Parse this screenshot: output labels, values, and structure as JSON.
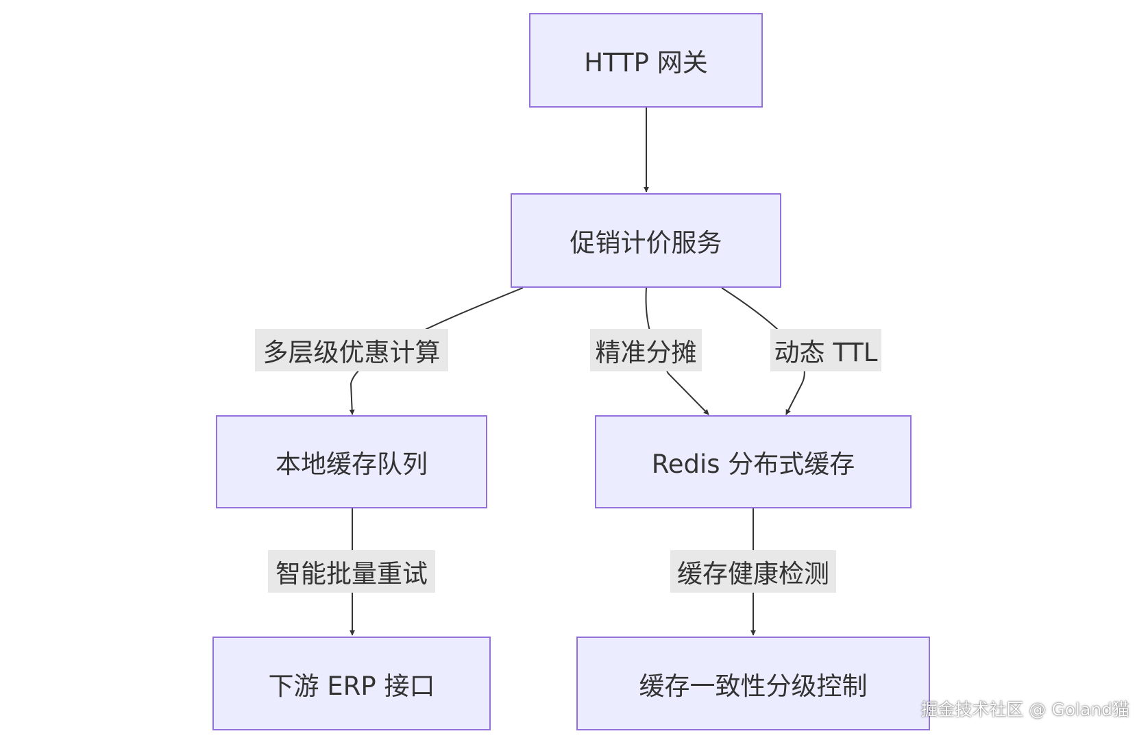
{
  "nodes": {
    "gateway": "HTTP 网关",
    "pricing_service": "促销计价服务",
    "local_cache_queue": "本地缓存队列",
    "redis_cache": "Redis 分布式缓存",
    "erp_interface": "下游 ERP 接口",
    "consistency_control": "缓存一致性分级控制"
  },
  "edge_labels": {
    "multi_level_discount": "多层级优惠计算",
    "precise_allocation": "精准分摊",
    "dynamic_ttl": "动态 TTL",
    "smart_batch_retry": "智能批量重试",
    "cache_health_check": "缓存健康检测"
  },
  "colors": {
    "node_fill": "#ececff",
    "node_border": "#9370db",
    "edge": "#333333",
    "label_bg": "#e8e8e8"
  },
  "watermark": "掘金技术社区 @ Goland猫"
}
